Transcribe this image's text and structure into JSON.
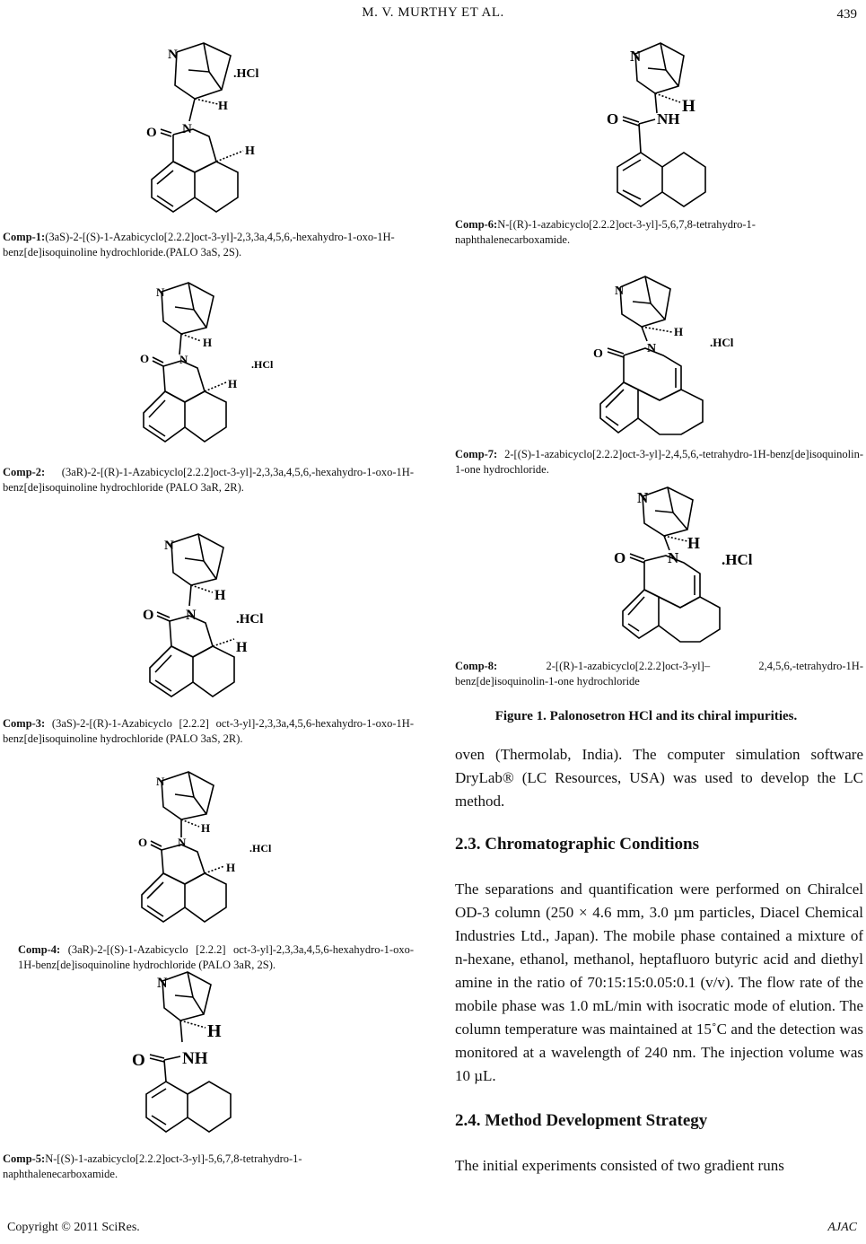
{
  "header": {
    "running_head": "M. V. MURTHY    ET    AL.",
    "page_number": "439"
  },
  "structures": {
    "hcl": ".HCl",
    "n": "N",
    "o": "O",
    "h": "H",
    "nh": "NH"
  },
  "captions": {
    "comp1": {
      "label": "Comp-1:",
      "text": "(3aS)-2-[(S)-1-Azabicyclo[2.2.2]oct-3-yl]-2,3,3a,4,5,6,-hexahydro-1-oxo-1H-benz[de]isoquinoline hydrochloride.(PALO 3aS, 2S)."
    },
    "comp2": {
      "label": "Comp-2:",
      "text": " (3aR)-2-[(R)-1-Azabicyclo[2.2.2]oct-3-yl]-2,3,3a,4,5,6,-hexahydro-1-oxo-1H-benz[de]isoquinoline hydrochloride (PALO 3aR, 2R)."
    },
    "comp3": {
      "label": "Comp-3:",
      "text": " (3aS)-2-[(R)-1-Azabicyclo [2.2.2] oct-3-yl]-2,3,3a,4,5,6-hexahydro-1-oxo-1H-benz[de]isoquinoline hydrochloride (PALO 3aS, 2R)."
    },
    "comp4": {
      "label": "Comp-4:",
      "text": " (3aR)-2-[(S)-1-Azabicyclo [2.2.2] oct-3-yl]-2,3,3a,4,5,6-hexahydro-1-oxo-1H-benz[de]isoquinoline hydrochloride (PALO 3aR, 2S)."
    },
    "comp5": {
      "label": "Comp-5:",
      "text": "N-[(S)-1-azabicyclo[2.2.2]oct-3-yl]-5,6,7,8-tetrahydro-1-naphthalenecarboxamide."
    },
    "comp6": {
      "label": "Comp-6:",
      "text": "N-[(R)-1-azabicyclo[2.2.2]oct-3-yl]-5,6,7,8-tetrahydro-1-naphthalenecarboxamide."
    },
    "comp7": {
      "label": "Comp-7:",
      "text": " 2-[(S)-1-azabicyclo[2.2.2]oct-3-yl]-2,4,5,6,-tetrahydro-1H-benz[de]isoquinolin-1-one hydrochloride."
    },
    "comp8": {
      "label": "Comp-8:",
      "text": " 2-[(R)-1-azabicyclo[2.2.2]oct-3-yl]– 2,4,5,6,-tetrahydro-1H-benz[de]isoquinolin-1-one hydrochloride"
    }
  },
  "figure_title": "Figure 1. Palonosetron HCl and its chiral impurities.",
  "paragraphs": {
    "p1": "oven (Thermolab, India). The computer simulation software DryLab® (LC Resources, USA) was used to develop the LC method.",
    "p2": "The separations and quantification were performed on Chiralcel OD-3 column (250 × 4.6 mm, 3.0 µm particles, Diacel Chemical Industries Ltd., Japan). The mobile phase contained a mixture of n-hexane, ethanol, methanol, heptafluoro butyric acid and diethyl amine in the ratio of 70:15:15:0.05:0.1 (v/v). The flow rate of the mobile phase was 1.0 mL/min with isocratic mode of elution. The column temperature was maintained at 15˚C and the detection was monitored at a wavelength of 240 nm. The injection volume was 10 µL.",
    "p3": "The initial experiments consisted of two gradient runs"
  },
  "headings": {
    "h23": "2.3. Chromatographic Conditions",
    "h24": "2.4. Method Development Strategy"
  },
  "footer": {
    "copyright": "Copyright © 2011 SciRes.",
    "journal": "AJAC"
  }
}
